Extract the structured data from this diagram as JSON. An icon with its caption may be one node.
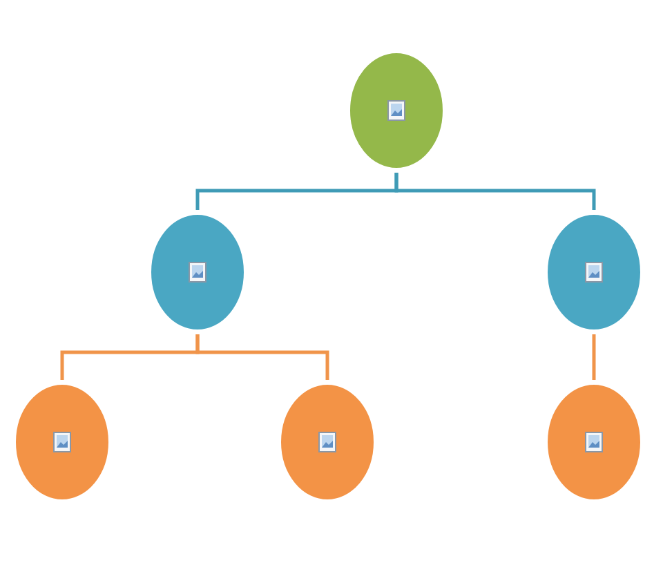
{
  "diagram": {
    "nodes": [
      {
        "text": [],
        "shape": "circle"
      },
      {
        "text": [],
        "shape": "circle"
      },
      {
        "text": [],
        "shape": "circle"
      },
      {
        "text": [],
        "shape": "circle"
      },
      {
        "text": [],
        "shape": "circle"
      },
      {
        "text": [],
        "shape": "circle"
      }
    ],
    "edges": [
      {
        "from": 0,
        "to": 1,
        "arrow": "none",
        "color": "#3f9bb6"
      },
      {
        "from": 0,
        "to": 2,
        "arrow": "none",
        "color": "#3f9bb6"
      },
      {
        "from": 1,
        "to": 3,
        "arrow": "none",
        "color": "#f0944a"
      },
      {
        "from": 1,
        "to": 4,
        "arrow": "none",
        "color": "#f0944a"
      },
      {
        "from": 2,
        "to": 5,
        "arrow": "none",
        "color": "#f0944a"
      }
    ]
  }
}
